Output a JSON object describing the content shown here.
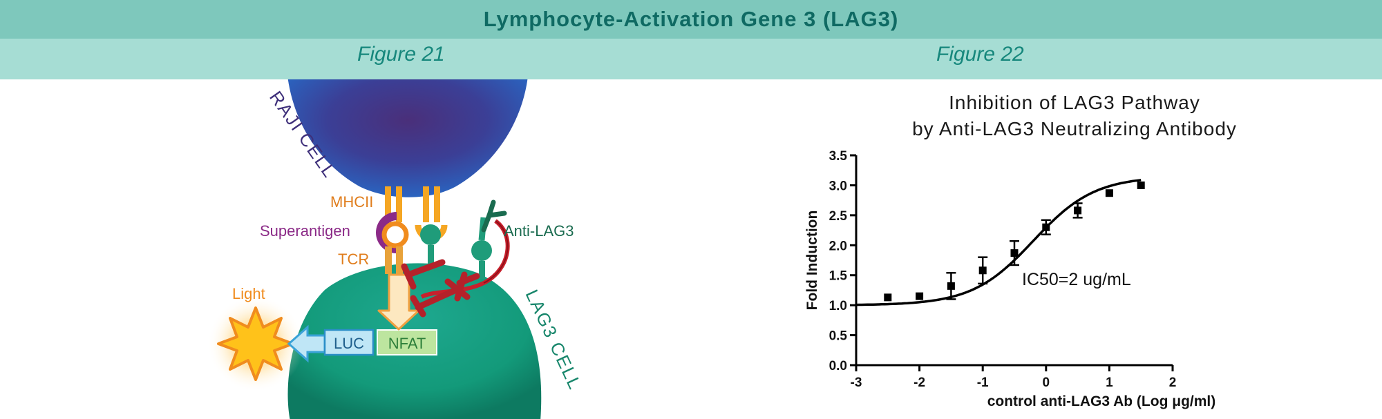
{
  "header": {
    "title": "Lymphocyte-Activation Gene 3 (LAG3)",
    "figure_left": "Figure 21",
    "figure_right": "Figure 22"
  },
  "diagram": {
    "raji_cell": "RAJI CELL",
    "lag3_cell": "LAG3 CELL",
    "mhcii": "MHCII",
    "superantigen": "Superantigen",
    "tcr": "TCR",
    "anti_lag3": "Anti-LAG3",
    "light": "Light",
    "luc": "LUC",
    "nfat": "NFAT"
  },
  "chart_data": {
    "type": "scatter",
    "title": "Inhibition of LAG3 Pathway",
    "subtitle": "by Anti-LAG3 Neutralizing Antibody",
    "xlabel": "control anti-LAG3 Ab (Log μg/ml)",
    "ylabel": "Fold Induction",
    "xlim": [
      -3,
      2
    ],
    "ylim": [
      0,
      3.5
    ],
    "xticks": [
      "-3",
      "-2",
      "-1",
      "0",
      "1",
      "2"
    ],
    "yticks": [
      "0.0",
      "0.5",
      "1.0",
      "1.5",
      "2.0",
      "2.5",
      "3.0",
      "3.5"
    ],
    "annotation": "IC50=2 ug/mL",
    "points": [
      {
        "x": -2.5,
        "y": 1.13,
        "err": 0.02
      },
      {
        "x": -2.0,
        "y": 1.15,
        "err": 0.02
      },
      {
        "x": -1.5,
        "y": 1.32,
        "err": 0.22
      },
      {
        "x": -1.0,
        "y": 1.58,
        "err": 0.22
      },
      {
        "x": -0.5,
        "y": 1.87,
        "err": 0.2
      },
      {
        "x": 0.0,
        "y": 2.3,
        "err": 0.12
      },
      {
        "x": 0.5,
        "y": 2.58,
        "err": 0.12
      },
      {
        "x": 1.0,
        "y": 2.87,
        "err": 0.02
      },
      {
        "x": 1.5,
        "y": 3.0,
        "err": 0.02
      }
    ],
    "curve": {
      "bottom": 1.0,
      "top": 3.15,
      "logIC50": -0.2,
      "hill": 0.9
    }
  }
}
